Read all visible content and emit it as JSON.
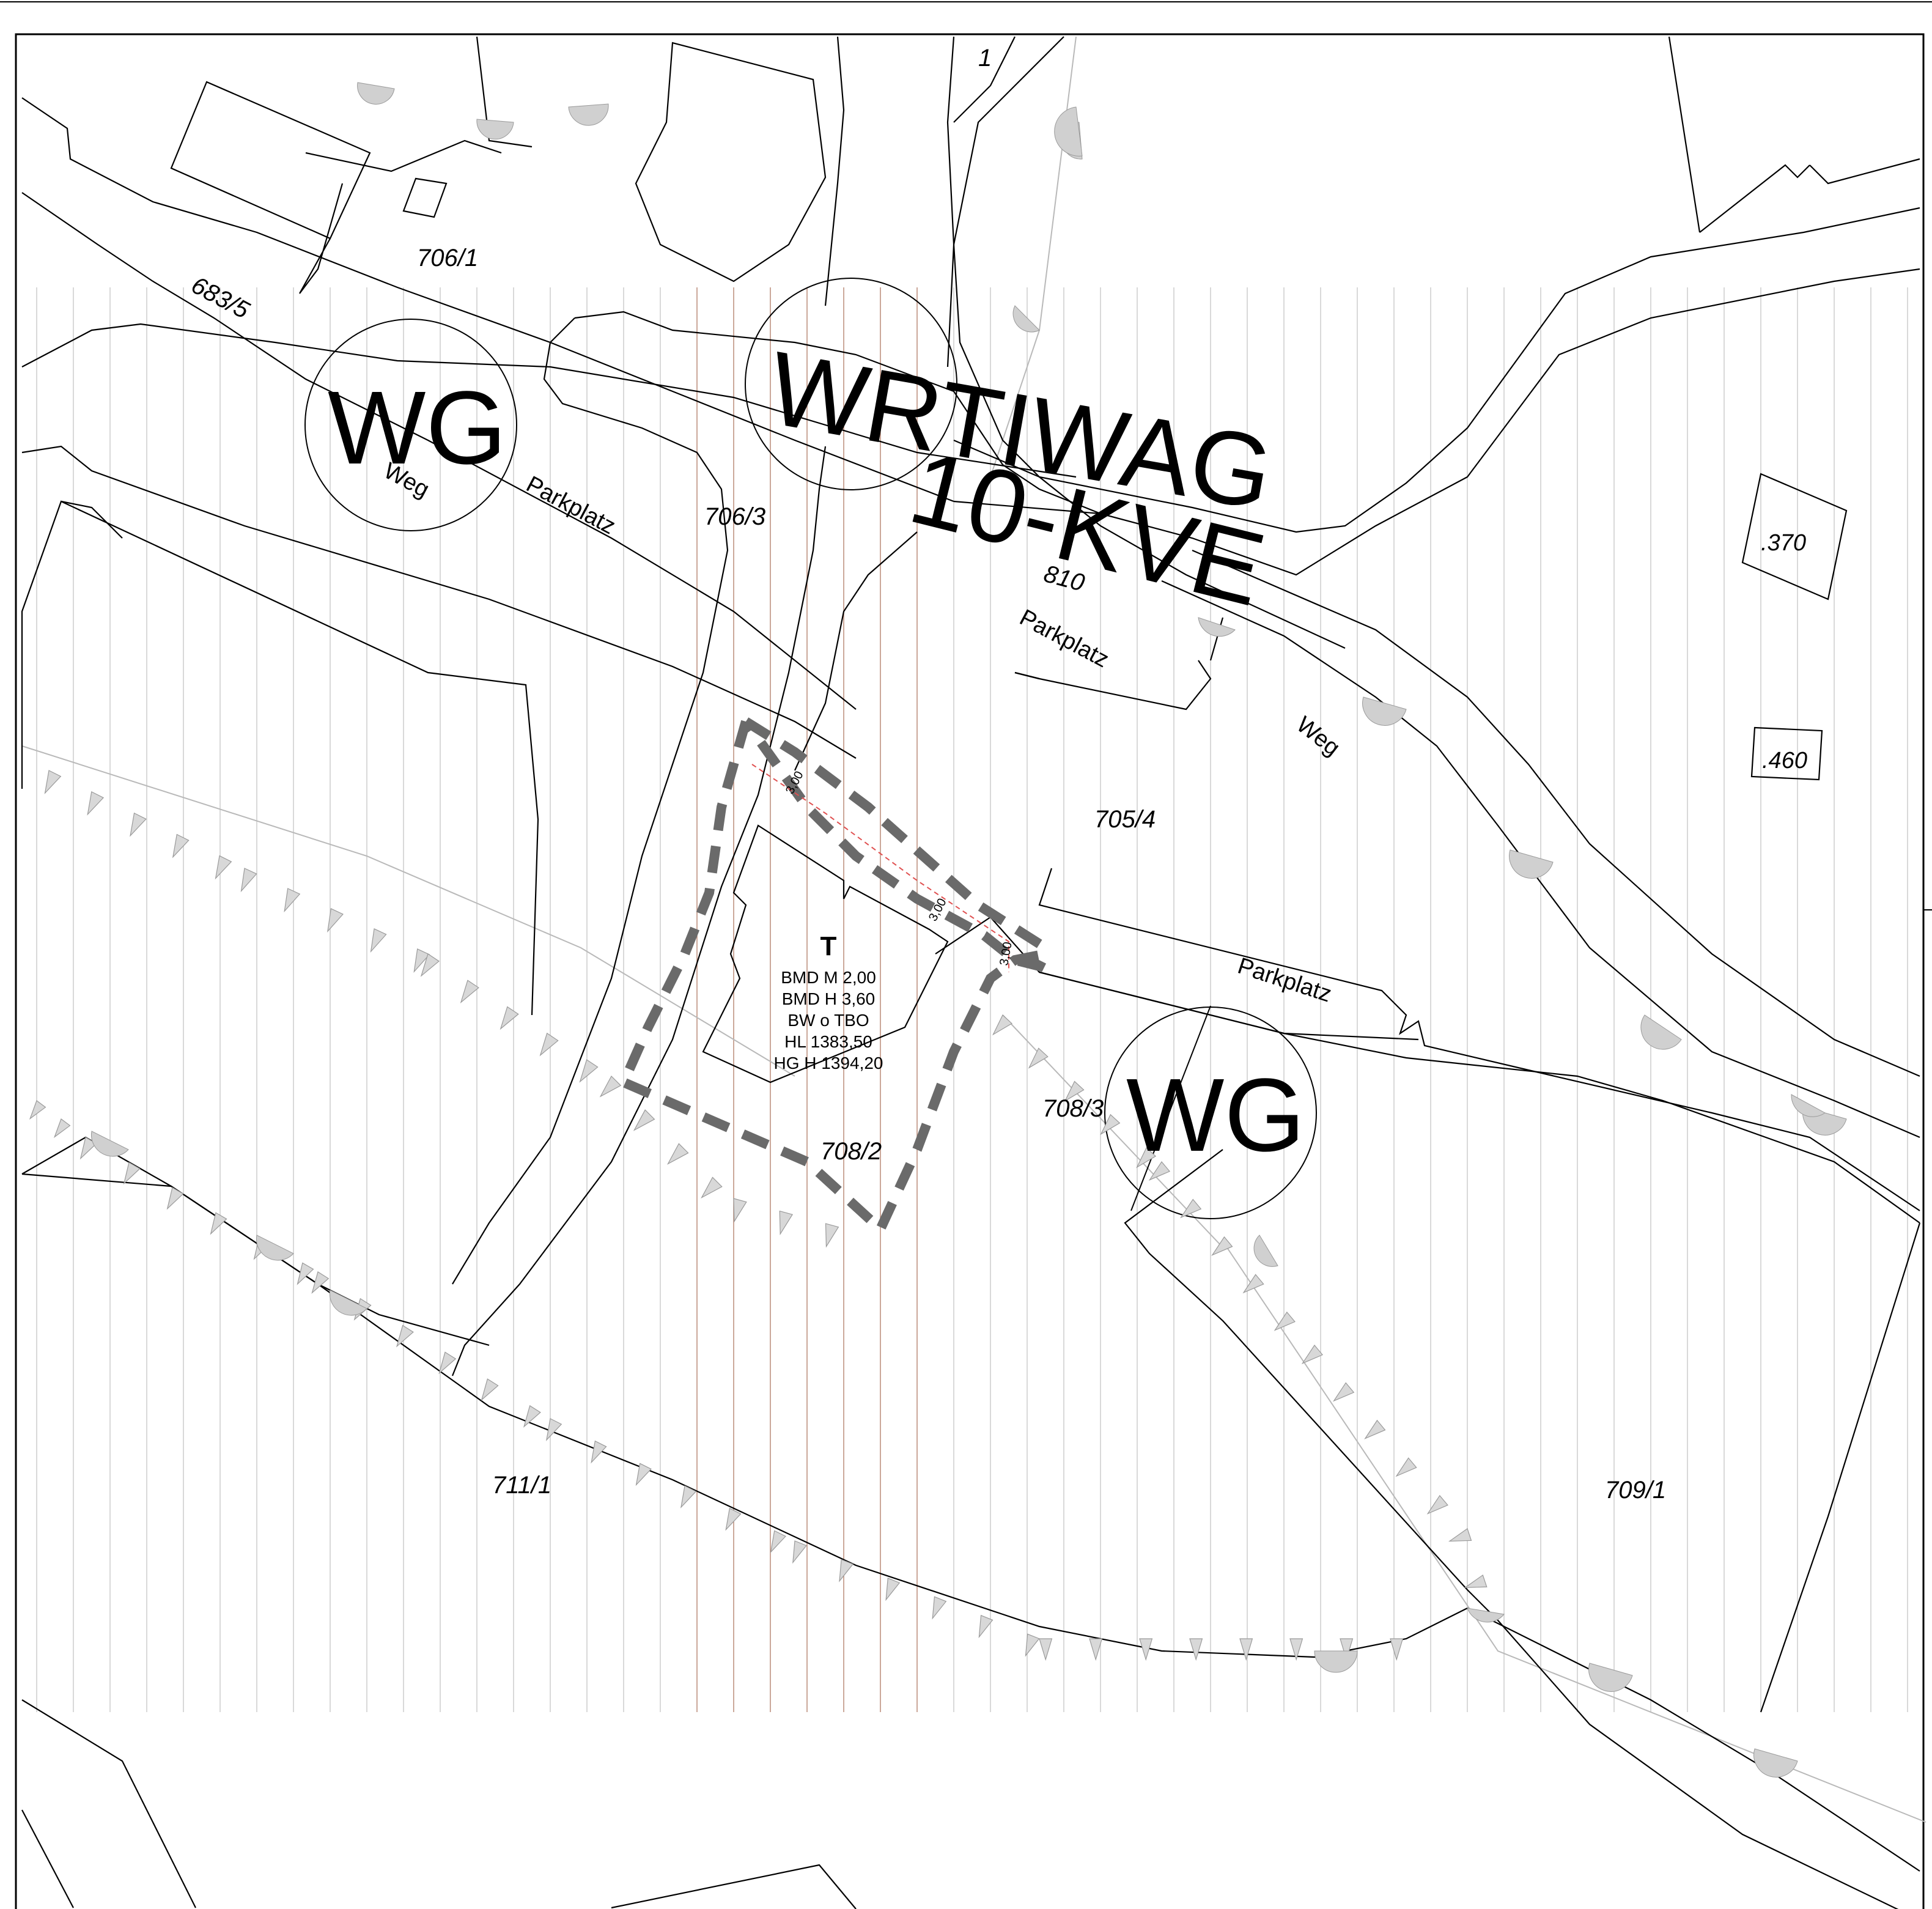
{
  "parcels": {
    "p706_1": "706/1",
    "p683_5": "683/5",
    "p706_3": "706/3",
    "p810": "810",
    "p705_4": "705/4",
    "p708_3": "708/3",
    "p708_2": "708/2",
    "p711_1": "711/1",
    "p709_1": "709/1",
    "p1": "1"
  },
  "roads": {
    "weg_left": "Weg",
    "parkplatz_left": "Parkplatz",
    "parkplatz_mid": "Parkplatz",
    "weg_right": "Weg",
    "parkplatz_lower": "Parkplatz"
  },
  "zones": {
    "wg_left": "WG",
    "wg_right": "WG",
    "wrtiwag": "WRTIWAG",
    "kve": "10-KVE"
  },
  "spot_heights": {
    "s370": ".370",
    "s460": ".460"
  },
  "building_rules": {
    "title": "T",
    "line1": "BMD M 2,00",
    "line2": "BMD H 3,60",
    "line3": "BW o TBO",
    "line4": "HL 1383,50",
    "line5": "HG H 1394,20"
  },
  "setback_labels": {
    "d1": "3,00",
    "d2": "3,00",
    "d3": "3,00"
  },
  "colors": {
    "line": "#000000",
    "boundary": "#6a6a6a",
    "setback": "#e05050",
    "stripe": "#c9c9c9"
  }
}
